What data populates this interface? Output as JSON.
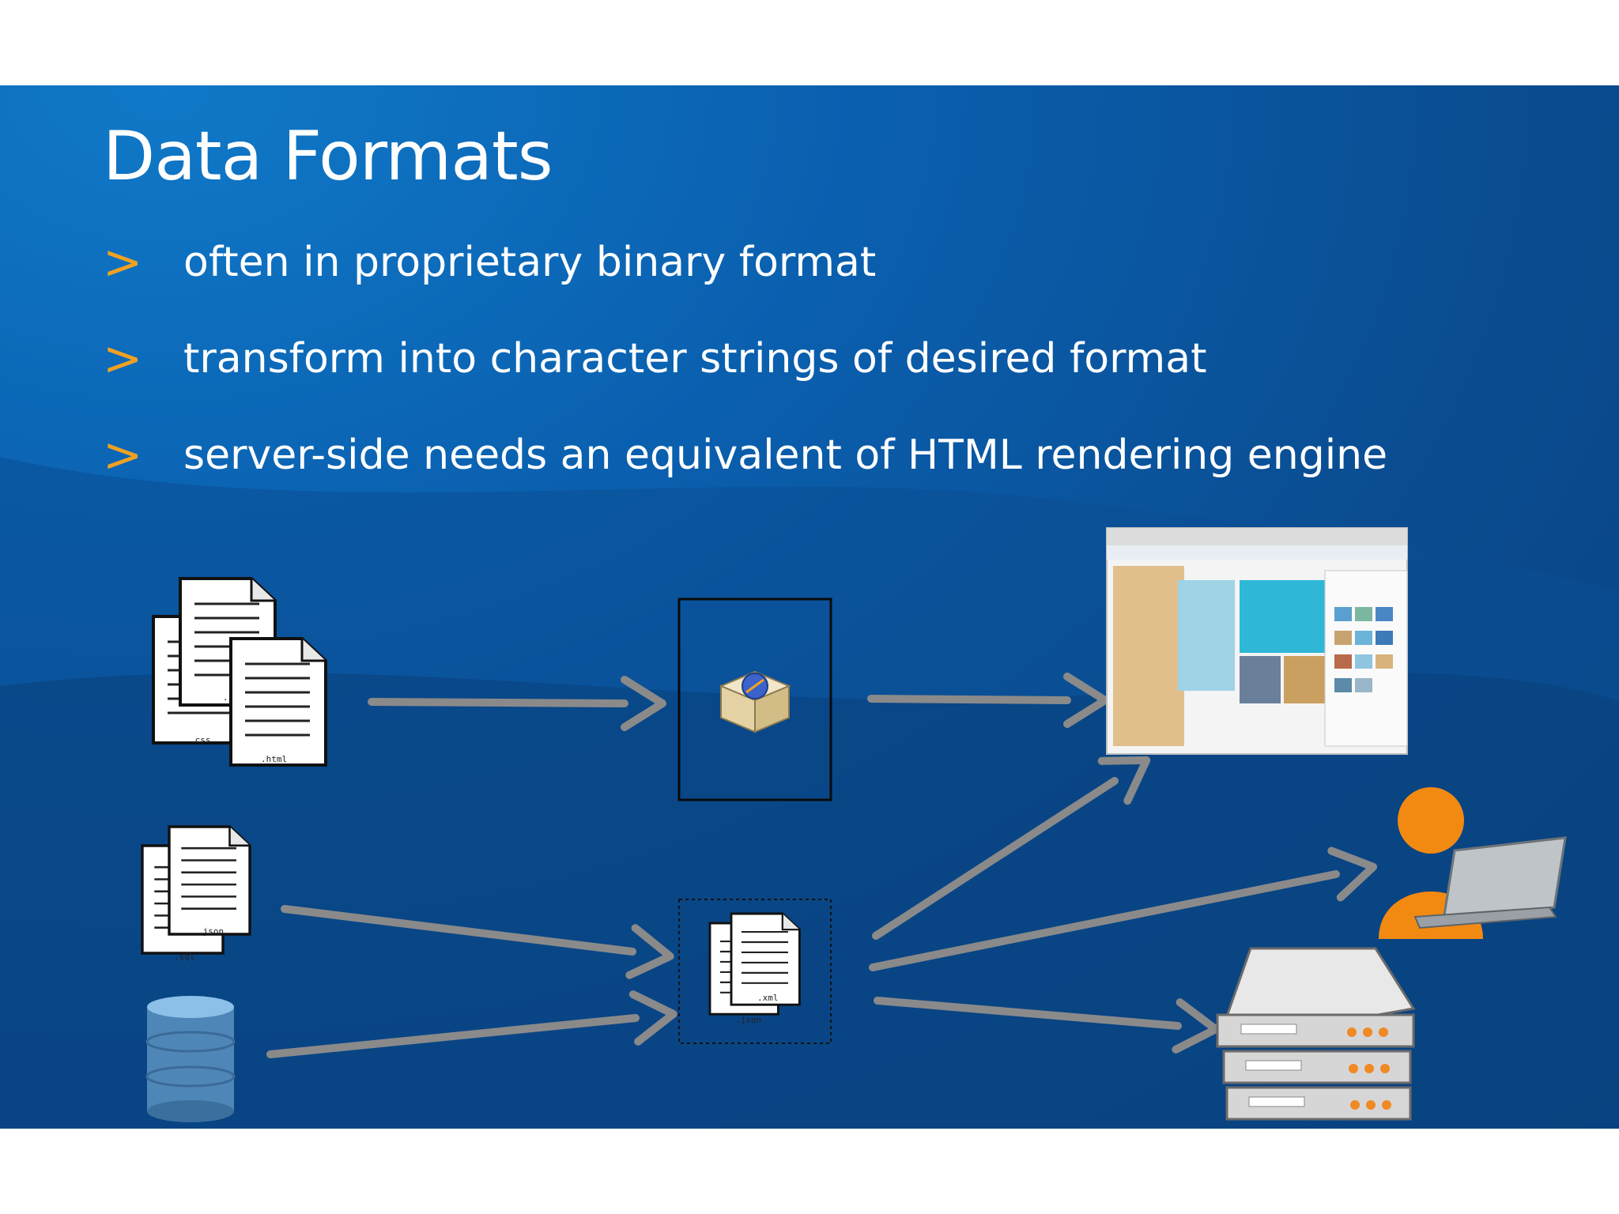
{
  "slide": {
    "title": "Data Formats",
    "bullet_marker": ">",
    "bullets": [
      "often in proprietary binary format",
      "transform into character strings of desired format",
      "server-side needs an equivalent of HTML rendering engine"
    ]
  },
  "diagram": {
    "file_labels": {
      "js": ".js",
      "css": ".css",
      "html": ".html",
      "json": ".json",
      "sql": ".sql",
      "xml": ".xml",
      "json2": ".json"
    }
  },
  "colors": {
    "accent": "#f0a121",
    "text": "#ffffff",
    "arrow": "#8a8a8a",
    "background": "#0a4d92"
  }
}
